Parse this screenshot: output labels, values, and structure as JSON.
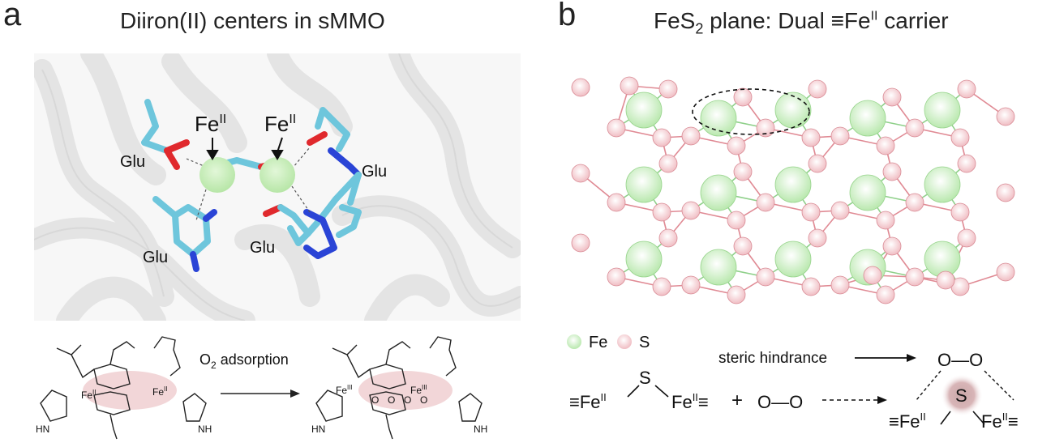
{
  "panel_a": {
    "letter": "a",
    "title": "Diiron(II) centers in sMMO",
    "protein": {
      "fe_label": "Fe",
      "fe_sup": "II",
      "glu_label": "Glu"
    },
    "scheme": {
      "fe_left": "Fe",
      "fe_left_sup": "II",
      "fe_right": "Fe",
      "fe_right_sup": "II",
      "fe_iii": "Fe",
      "fe_iii_sup": "III",
      "o_atom": "O",
      "n_atom": "N",
      "hn_label": "HN",
      "nh_label": "NH",
      "arrow_label_o": "O",
      "arrow_label_sub": "2",
      "arrow_label_rest": " adsorption"
    }
  },
  "panel_b": {
    "letter": "b",
    "title_main": "FeS",
    "title_sub": "2",
    "title_rest": " plane: Dual ≡Fe",
    "title_sup": "II",
    "title_end": " carrier",
    "legend": {
      "fe": "Fe",
      "s": "S"
    },
    "scheme": {
      "fe_left": "≡Fe",
      "fe_left_sup": "II",
      "s_atom": "S",
      "fe_right": "Fe",
      "fe_right_sup": "II",
      "fe_right_end": "≡",
      "plus": "+",
      "oo": "O—O",
      "steric": "steric hindrance",
      "prod_oo": "O—O",
      "prod_s": "S",
      "prod_fe_left": "≡Fe",
      "prod_fe_left_sup": "II",
      "prod_fe_right": "Fe",
      "prod_fe_right_sup": "II",
      "prod_fe_right_end": "≡"
    }
  },
  "colors": {
    "fe_sphere": "#c8efc0",
    "s_sphere": "#f4c8cc",
    "carbon": "#6ec6dc",
    "oxygen": "#e0292d",
    "nitrogen": "#2a44d6",
    "ribbon": "#e6e6e6",
    "ellipse_highlight": "#f2d6d8"
  }
}
